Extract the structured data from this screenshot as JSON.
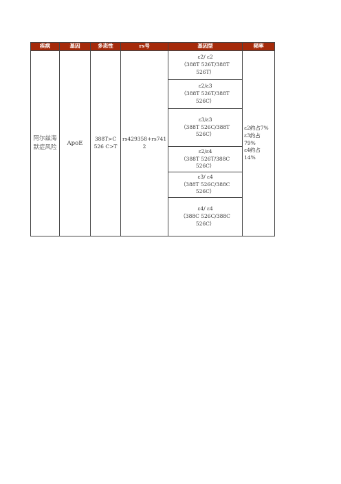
{
  "table": {
    "headers": [
      "疾病",
      "基因",
      "多态性",
      "rs号",
      "基因型",
      "频率"
    ],
    "disease": "阿尔兹海\n默症风险",
    "gene": "ApoE",
    "polymorphism": "388T>C\n526 C>T",
    "rs": "rs429358+rs741\n2",
    "genotypes": [
      "ε2/ ε2\n（388T 526T/388T\n526T）",
      "ε2/ε3\n（388T 526T/388T\n526C）",
      "ε3/ε3\n（388T 526C/388T\n526C）",
      "ε2/ε4\n（388T 526T/388C\n526C）",
      "ε3/ ε4\n（388T 526C/388C\n526C）",
      "ε4/ ε4\n（388C 526C/388C\n526C）"
    ],
    "frequency": "ε2约占7%\nε3约占\n79%\nε4约占\n14%"
  }
}
